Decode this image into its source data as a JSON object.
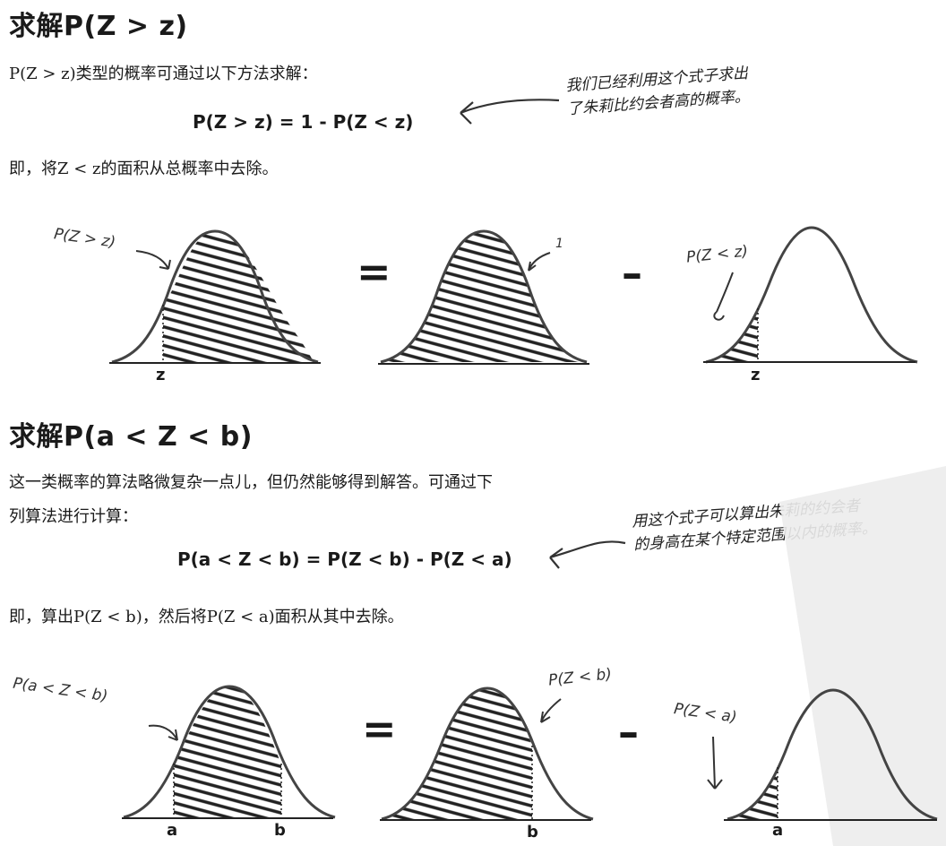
{
  "section1": {
    "heading": "求解P(Z > z)",
    "intro": "P(Z > z)类型的概率可通过以下方法求解：",
    "formula": "P(Z > z) = 1 - P(Z < z)",
    "explanation": "即，将Z < z的面积从总概率中去除。",
    "note_line1": "我们已经利用这个式子求出",
    "note_line2": "了朱莉比约会者高的概率。",
    "diagram": {
      "curve1_label": "P(Z > z)",
      "curve1_axis": "z",
      "equals": "=",
      "curve2_label": "1",
      "minus": "–",
      "curve3_label": "P(Z < z)",
      "curve3_axis": "z"
    }
  },
  "section2": {
    "heading": "求解P(a < Z < b)",
    "intro_line1": "这一类概率的算法略微复杂一点儿，但仍然能够得到解答。可通过下",
    "intro_line2": "列算法进行计算：",
    "formula": "P(a < Z < b) = P(Z < b) - P(Z < a)",
    "explanation": "即，算出P(Z < b)，然后将P(Z < a)面积从其中去除。",
    "note_line1": "用这个式子可以算出朱莉的约会者",
    "note_line2": "的身高在某个特定范围以内的概率。",
    "diagram": {
      "curve1_label": "P(a < Z < b)",
      "curve1_axis_a": "a",
      "curve1_axis_b": "b",
      "equals": "=",
      "curve2_label": "P(Z < b)",
      "curve2_axis": "b",
      "minus": "–",
      "curve3_label": "P(Z < a)",
      "curve3_axis": "a"
    }
  }
}
